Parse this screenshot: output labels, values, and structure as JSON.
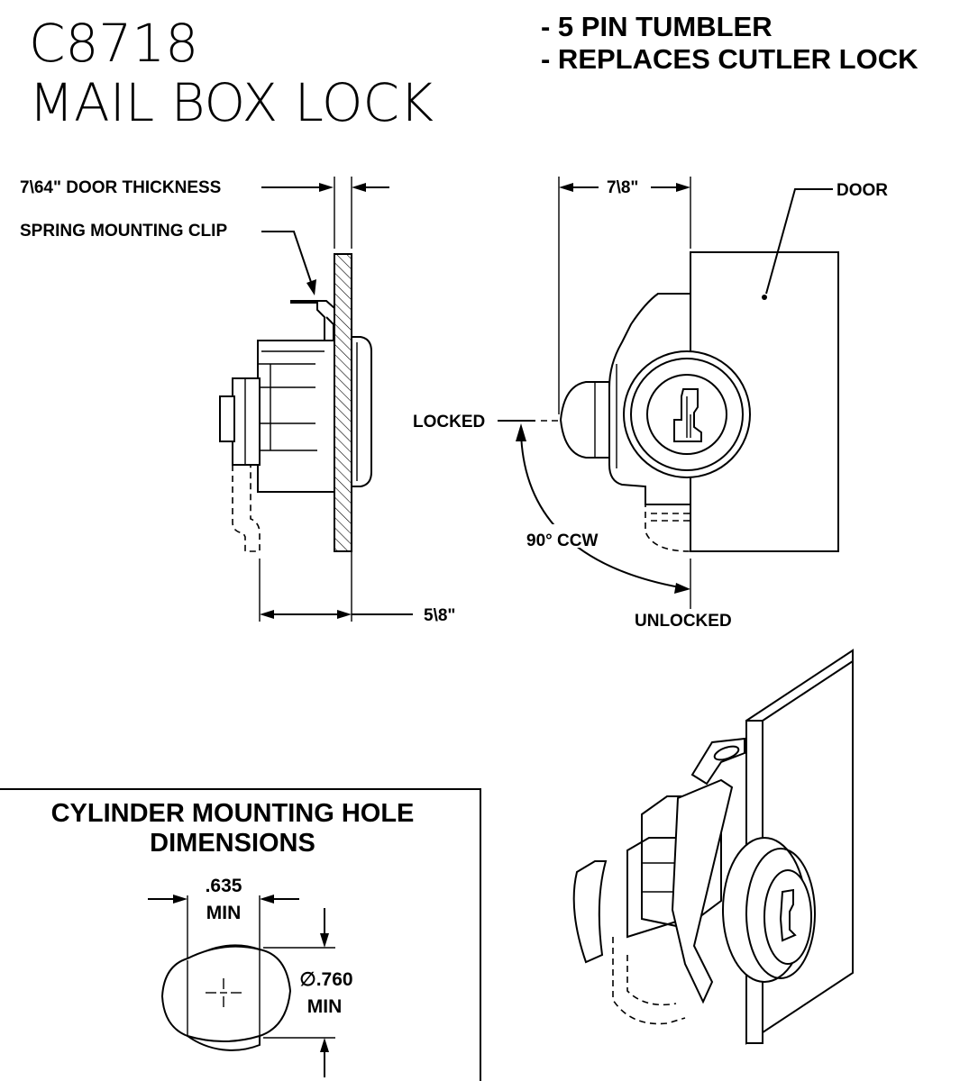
{
  "header": {
    "title_line1": "C8718",
    "title_line2": "MAIL BOX LOCK",
    "feature_1": "- 5 PIN TUMBLER",
    "feature_2": "- REPLACES CUTLER LOCK"
  },
  "side_view": {
    "door_thickness": "7\\64\" DOOR THICKNESS",
    "spring_clip": "SPRING MOUNTING CLIP",
    "depth": "5\\8\""
  },
  "front_view": {
    "width": "7\\8\"",
    "door": "DOOR",
    "locked": "LOCKED",
    "rotation": "90° CCW",
    "unlocked": "UNLOCKED"
  },
  "mounting_hole": {
    "title_line1": "CYLINDER MOUNTING HOLE",
    "title_line2": "DIMENSIONS",
    "width_value": ".635",
    "width_min": "MIN",
    "diameter_value": "∅.760",
    "diameter_min": "MIN"
  }
}
